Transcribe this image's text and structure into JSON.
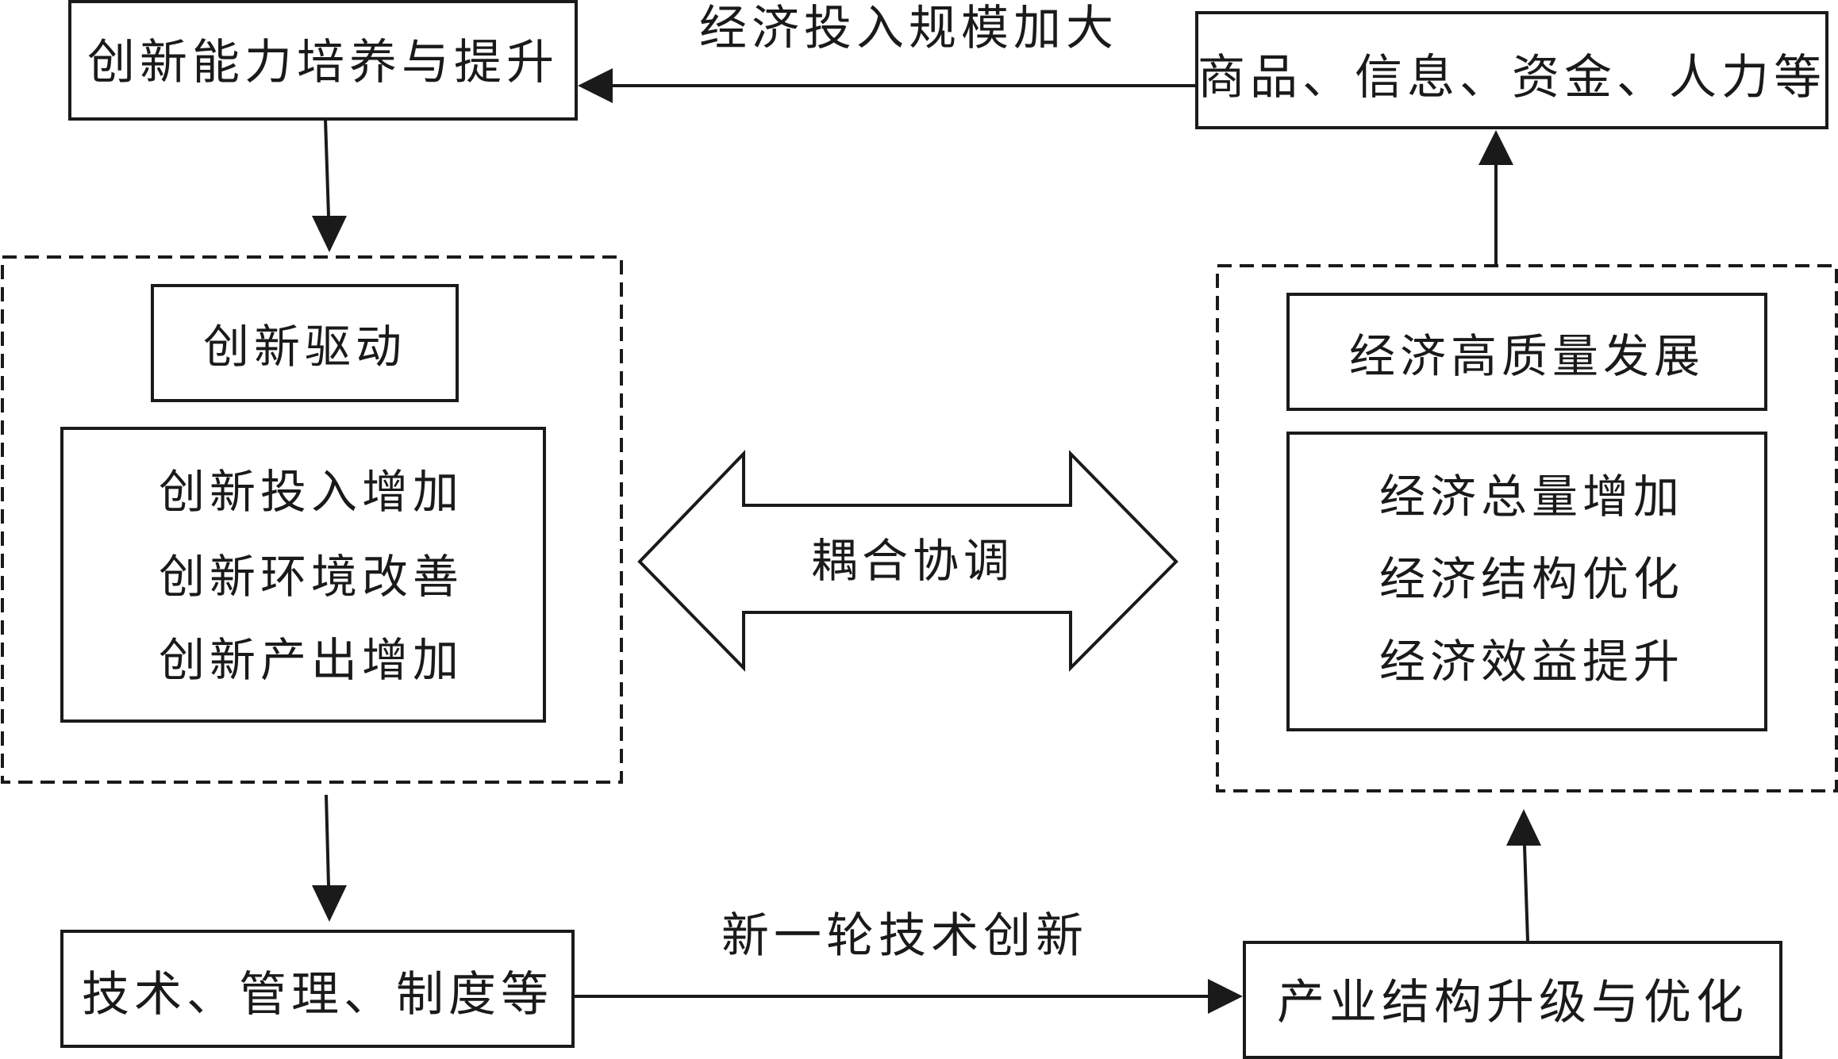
{
  "top_left_box": {
    "label": "创新能力培养与提升"
  },
  "top_right_box": {
    "label": "商品、信息、资金、人力等"
  },
  "top_arrow": {
    "label": "经济投入规模加大"
  },
  "innovation_group": {
    "title": "创新驱动",
    "items": [
      "创新投入增加",
      "创新环境改善",
      "创新产出增加"
    ]
  },
  "coupling": {
    "label": "耦合协调"
  },
  "economy_group": {
    "title": "经济高质量发展",
    "items": [
      "经济总量增加",
      "经济结构优化",
      "经济效益提升"
    ]
  },
  "bottom_left_box": {
    "label": "技术、管理、制度等"
  },
  "bottom_arrow": {
    "label": "新一轮技术创新"
  },
  "bottom_right_box": {
    "label": "产业结构升级与优化"
  }
}
